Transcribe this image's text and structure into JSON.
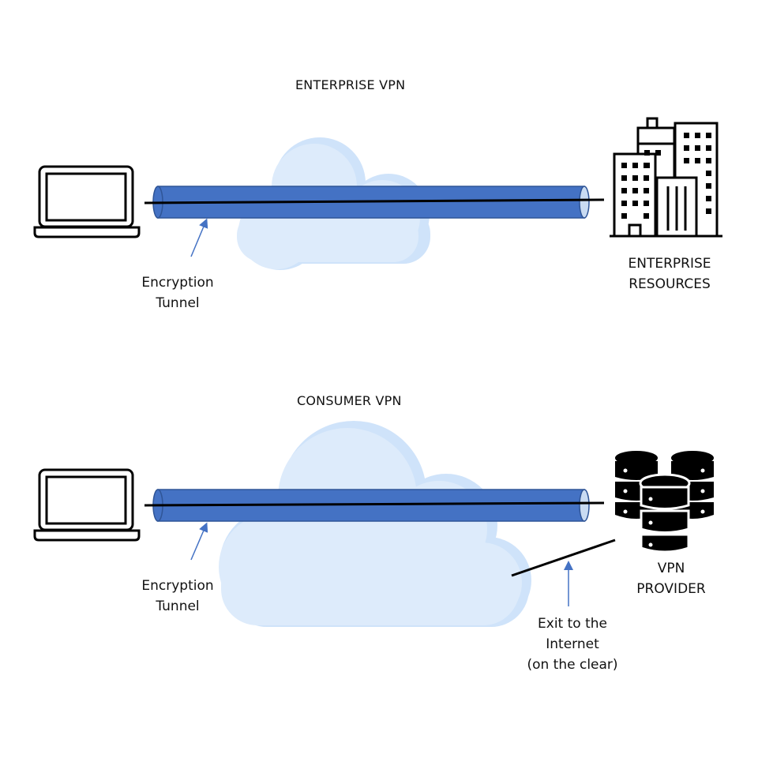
{
  "enterprise": {
    "title": "ENTERPRISE VPN",
    "tunnel_label": [
      "Encryption",
      "Tunnel"
    ],
    "endpoint_label": [
      "ENTERPRISE",
      "RESOURCES"
    ],
    "endpoint_icon": "office-buildings-icon"
  },
  "consumer": {
    "title": "CONSUMER VPN",
    "tunnel_label": [
      "Encryption",
      "Tunnel"
    ],
    "endpoint_label": [
      "VPN",
      "PROVIDER"
    ],
    "endpoint_icon": "database-servers-icon",
    "exit_label": [
      "Exit to the",
      "Internet",
      "(on the clear)"
    ]
  },
  "colors": {
    "tunnel_fill": "#4472C4",
    "tunnel_stroke": "#2F5597",
    "cloud_light": "#DDEBFB",
    "cloud_shade": "#CFE3FA",
    "arrow": "#4472C4",
    "line": "#000000"
  }
}
